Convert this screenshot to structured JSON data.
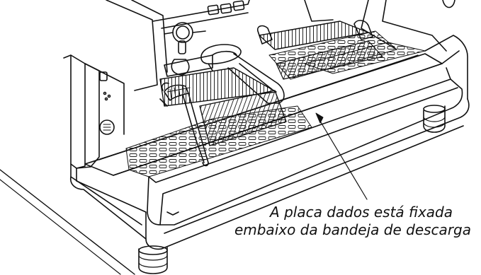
{
  "figure": {
    "annotation_line1": "A placa dados está fixada",
    "annotation_line2": "embaixo da bandeja de descarga"
  },
  "colors": {
    "line": "#111111",
    "background": "#ffffff",
    "grate": "#222222"
  },
  "parts": [
    "espresso-machine-body",
    "drip-tray",
    "cup-grate",
    "group-head",
    "portafilter",
    "steam-wand",
    "machine-feet",
    "data-plate-leader-line"
  ]
}
